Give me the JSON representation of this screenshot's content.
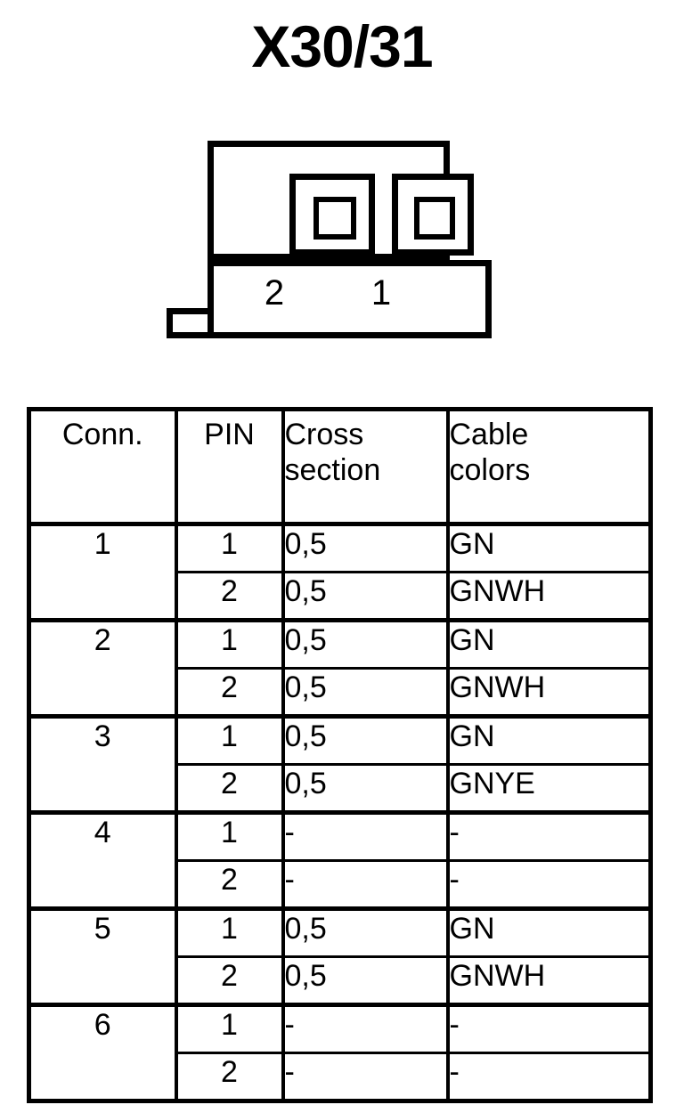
{
  "title": "X30/31",
  "connector": {
    "pin_labels": [
      "2",
      "1"
    ],
    "socket_names": [
      "pin-socket-2",
      "pin-socket-1"
    ]
  },
  "table": {
    "headers": {
      "conn": "Conn.",
      "pin": "PIN",
      "cross_section": "Cross section",
      "cross_section_line1": "Cross",
      "cross_section_line2": "section",
      "cable_colors": "Cable colors",
      "cable_colors_line1": "Cable",
      "cable_colors_line2": "colors"
    },
    "rows": [
      {
        "conn": "1",
        "pin": "1",
        "cross": "0,5",
        "color": "GN"
      },
      {
        "conn": "",
        "pin": "2",
        "cross": "0,5",
        "color": "GNWH"
      },
      {
        "conn": "2",
        "pin": "1",
        "cross": "0,5",
        "color": "GN"
      },
      {
        "conn": "",
        "pin": "2",
        "cross": "0,5",
        "color": "GNWH"
      },
      {
        "conn": "3",
        "pin": "1",
        "cross": "0,5",
        "color": "GN"
      },
      {
        "conn": "",
        "pin": "2",
        "cross": "0,5",
        "color": "GNYE"
      },
      {
        "conn": "4",
        "pin": "1",
        "cross": "-",
        "color": "-"
      },
      {
        "conn": "",
        "pin": "2",
        "cross": "-",
        "color": "-"
      },
      {
        "conn": "5",
        "pin": "1",
        "cross": "0,5",
        "color": "GN"
      },
      {
        "conn": "",
        "pin": "2",
        "cross": "0,5",
        "color": "GNWH"
      },
      {
        "conn": "6",
        "pin": "1",
        "cross": "-",
        "color": "-"
      },
      {
        "conn": "",
        "pin": "2",
        "cross": "-",
        "color": "-"
      }
    ]
  },
  "colors": {
    "line": "#000000",
    "background": "#ffffff"
  }
}
